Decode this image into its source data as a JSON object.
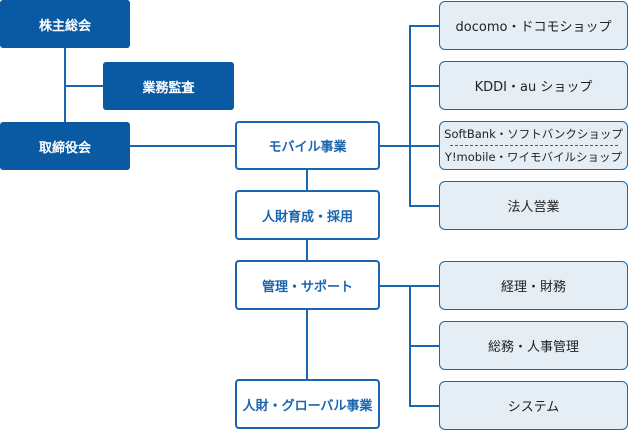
{
  "left": {
    "shareholders": "株主総会",
    "audit": "業務監査",
    "board": "取締役会"
  },
  "middle": {
    "mobile": "モバイル事業",
    "hr": "人財育成・採用",
    "support": "管理・サポート",
    "global": "人財・グローバル事業"
  },
  "mobile_units": {
    "docomo": "docomo・ドコモショップ",
    "kddi": "KDDI・au ショップ",
    "softbank": "SoftBank・ソフトバンクショップ",
    "ymobile": "Y!mobile・ワイモバイルショップ",
    "corporate": "法人営業"
  },
  "support_units": {
    "accounting": "経理・財務",
    "general": "総務・人事管理",
    "system": "システム"
  }
}
